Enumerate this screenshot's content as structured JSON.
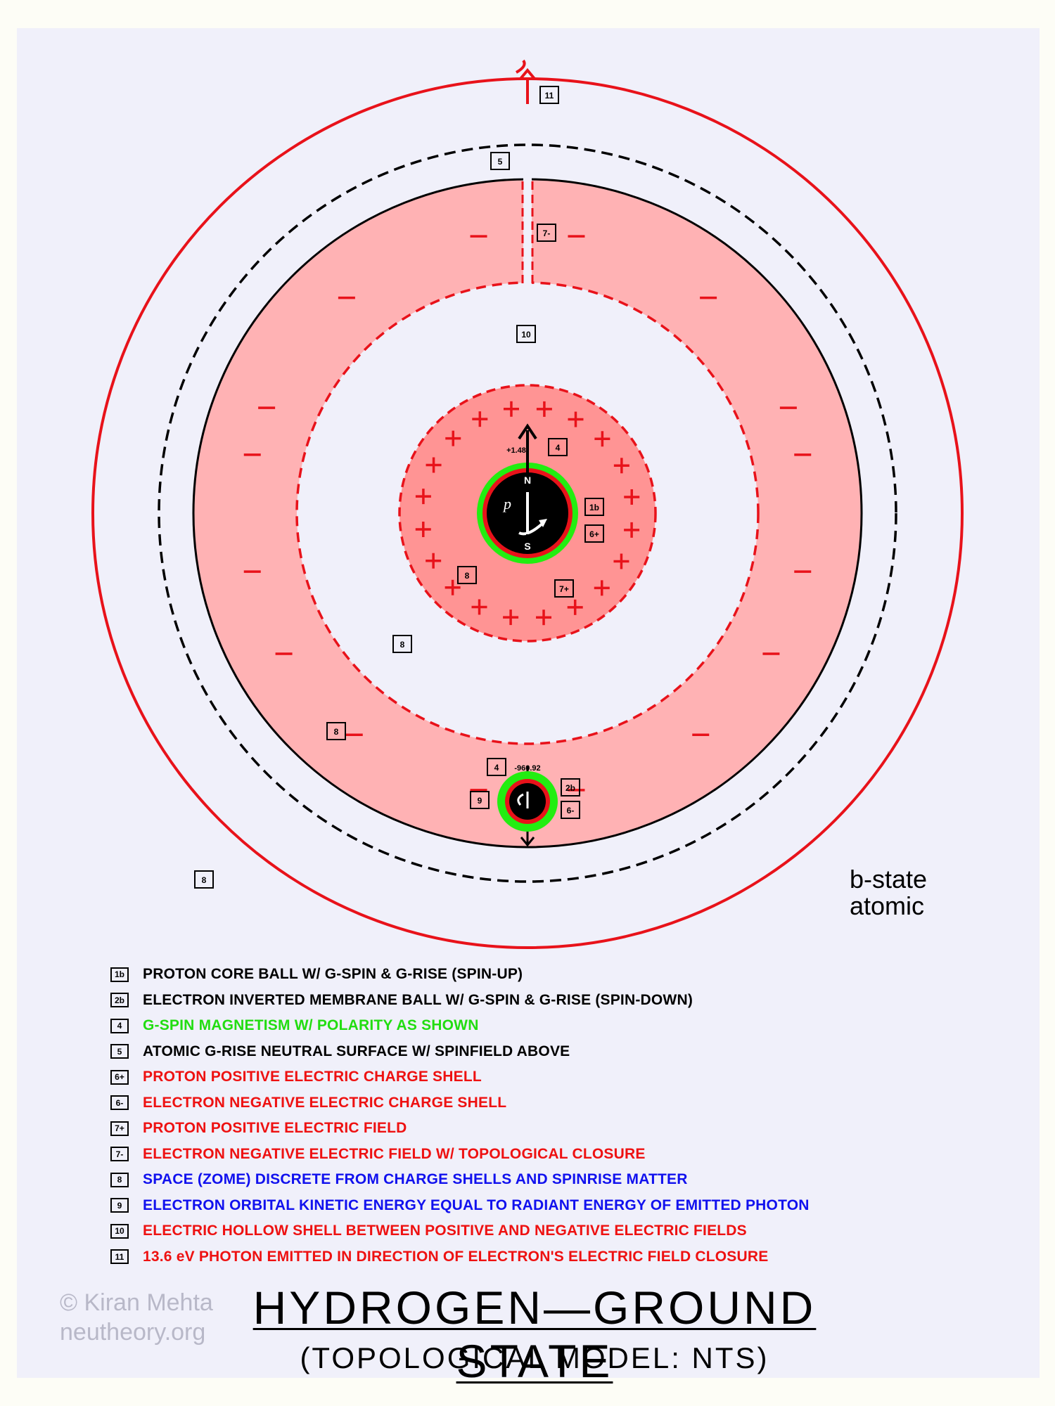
{
  "title": "HYDROGEN—GROUND STATE",
  "subtitle": "(TOPOLOGICAL MODEL: NTS)",
  "state_label": [
    "b-state",
    "atomic"
  ],
  "copyright": [
    "© Kiran Mehta",
    "neutheory.org"
  ],
  "labels": {
    "proton_energy": "+1.48",
    "electron_energy": "-960.92",
    "proton_letter": "p",
    "north": "N",
    "south": "S"
  },
  "markers": [
    "11",
    "5",
    "7-",
    "10",
    "4",
    "1b",
    "6+",
    "8",
    "7+",
    "8",
    "8",
    "4",
    "2b",
    "9",
    "6-",
    "8"
  ],
  "legend": [
    {
      "num": "1b",
      "text": "PROTON CORE BALL W/ G-SPIN & G-RISE (SPIN-UP)",
      "color": "#000000"
    },
    {
      "num": "2b",
      "text": "ELECTRON INVERTED MEMBRANE BALL W/ G-SPIN & G-RISE (SPIN-DOWN)",
      "color": "#000000"
    },
    {
      "num": "4",
      "text": "G-SPIN MAGNETISM W/ POLARITY AS SHOWN",
      "color": "#22dd11"
    },
    {
      "num": "5",
      "text": "ATOMIC G-RISE NEUTRAL SURFACE W/ SPINFIELD ABOVE",
      "color": "#000000"
    },
    {
      "num": "6+",
      "text": "PROTON POSITIVE ELECTRIC CHARGE SHELL",
      "color": "#ee1111"
    },
    {
      "num": "6-",
      "text": "ELECTRON NEGATIVE ELECTRIC CHARGE SHELL",
      "color": "#ee1111"
    },
    {
      "num": "7+",
      "text": "PROTON POSITIVE ELECTRIC FIELD",
      "color": "#ee1111"
    },
    {
      "num": "7-",
      "text": "ELECTRON NEGATIVE ELECTRIC FIELD W/ TOPOLOGICAL CLOSURE",
      "color": "#ee1111"
    },
    {
      "num": "8",
      "text": "SPACE (ZOME) DISCRETE FROM CHARGE SHELLS AND SPINRISE MATTER",
      "color": "#1111ee"
    },
    {
      "num": "9",
      "text": "ELECTRON ORBITAL KINETIC ENERGY EQUAL TO RADIANT ENERGY OF EMITTED PHOTON",
      "color": "#1111ee"
    },
    {
      "num": "10",
      "text": "ELECTRIC HOLLOW SHELL BETWEEN POSITIVE AND NEGATIVE ELECTRIC FIELDS",
      "color": "#ee1111"
    },
    {
      "num": "11",
      "text": "13.6 eV PHOTON EMITTED IN DIRECTION OF ELECTRON'S ELECTRIC FIELD CLOSURE",
      "color": "#ee1111"
    }
  ],
  "colors": {
    "red": "#e8121a",
    "pink_fill": "#ffb2b4",
    "proton_fill": "#ff9494",
    "magnet_green": "#22ee11",
    "core_black": "#000000"
  }
}
